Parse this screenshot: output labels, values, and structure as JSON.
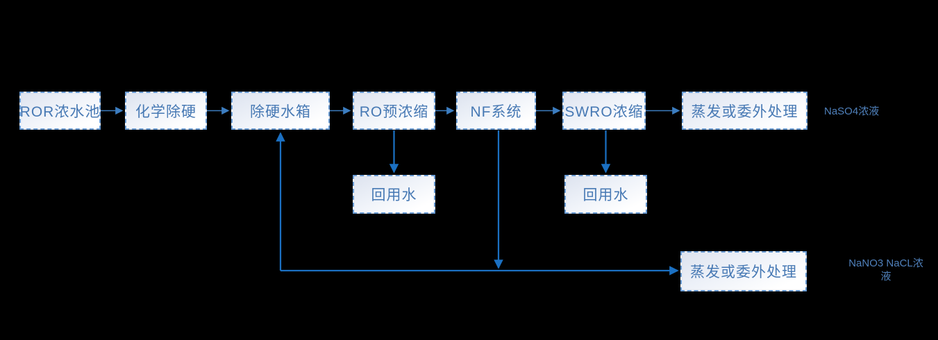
{
  "diagram": {
    "type": "flowchart",
    "background": "#000000",
    "colors": {
      "box_border": "#699bd3",
      "box_fill_top": "#dde3ef",
      "box_fill_bottom": "#ffffff",
      "box_text": "#4779b4",
      "connector_thin": "#3c7dc0",
      "connector_thick": "#1b70c2",
      "side_label_text": "#4f80bb"
    },
    "nodes": {
      "ror_pool": "ROR浓水池",
      "chem_soften": "化学除硬",
      "soften_tank": "除硬水箱",
      "ro_preconc": "RO预浓缩",
      "nf_system": "NF系统",
      "swro_conc": "SWRO浓缩",
      "evap_top": "蒸发或委外处理",
      "reuse_1": "回用水",
      "reuse_2": "回用水",
      "evap_bottom": "蒸发或委外处理"
    },
    "labels": {
      "naso4": "NaSO4浓液",
      "nano3_line1": "NaNO3 NaCL浓",
      "nano3_line2": "液"
    },
    "edges": [
      {
        "from": "ror_pool",
        "to": "chem_soften"
      },
      {
        "from": "chem_soften",
        "to": "soften_tank"
      },
      {
        "from": "soften_tank",
        "to": "ro_preconc"
      },
      {
        "from": "ro_preconc",
        "to": "nf_system"
      },
      {
        "from": "nf_system",
        "to": "swro_conc"
      },
      {
        "from": "swro_conc",
        "to": "evap_top"
      },
      {
        "from": "ro_preconc",
        "to": "reuse_1"
      },
      {
        "from": "swro_conc",
        "to": "reuse_2"
      },
      {
        "from": "nf_system",
        "to": "bottom_junction"
      },
      {
        "from": "bottom_junction",
        "to": "soften_tank"
      },
      {
        "from": "bottom_junction",
        "to": "evap_bottom"
      }
    ]
  }
}
